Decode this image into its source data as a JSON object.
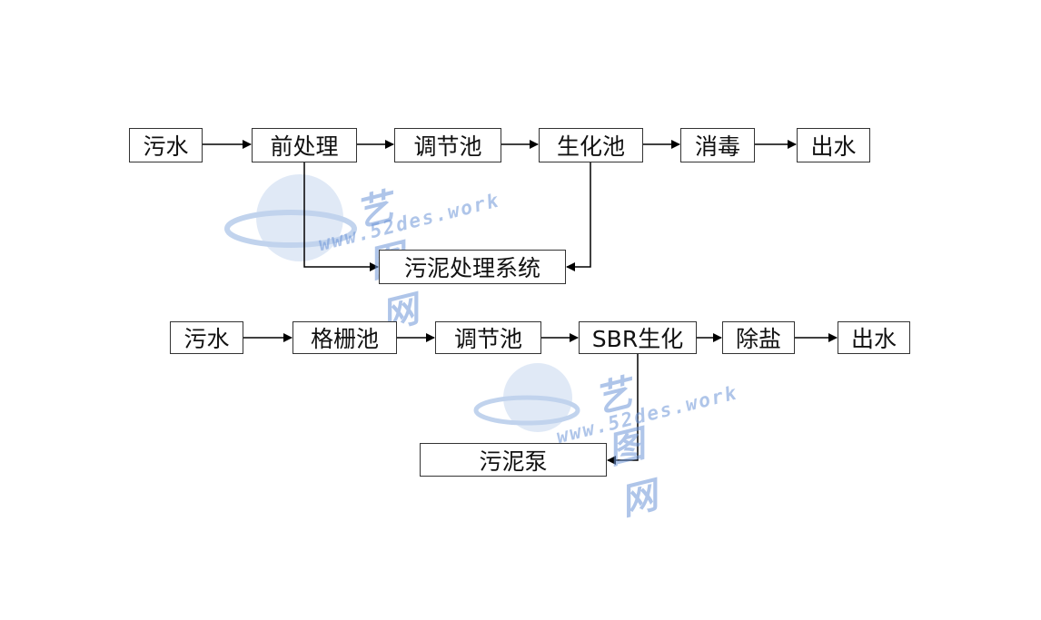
{
  "diagram_top": {
    "nodes": {
      "n1": "污水",
      "n2": "前处理",
      "n3": "调节池",
      "n4": "生化池",
      "n5": "消毒",
      "n6": "出水",
      "n7": "污泥处理系统"
    }
  },
  "diagram_bottom": {
    "nodes": {
      "n1": "污水",
      "n2": "格栅池",
      "n3": "调节池",
      "n4": "SBR生化",
      "n5": "除盐",
      "n6": "出水",
      "n7": "污泥泵"
    }
  },
  "watermark": {
    "title": "艺图网",
    "url": "www.52des.work",
    "color": "#6e96d7"
  },
  "colors": {
    "line": "#000000",
    "box_border": "#333333"
  }
}
